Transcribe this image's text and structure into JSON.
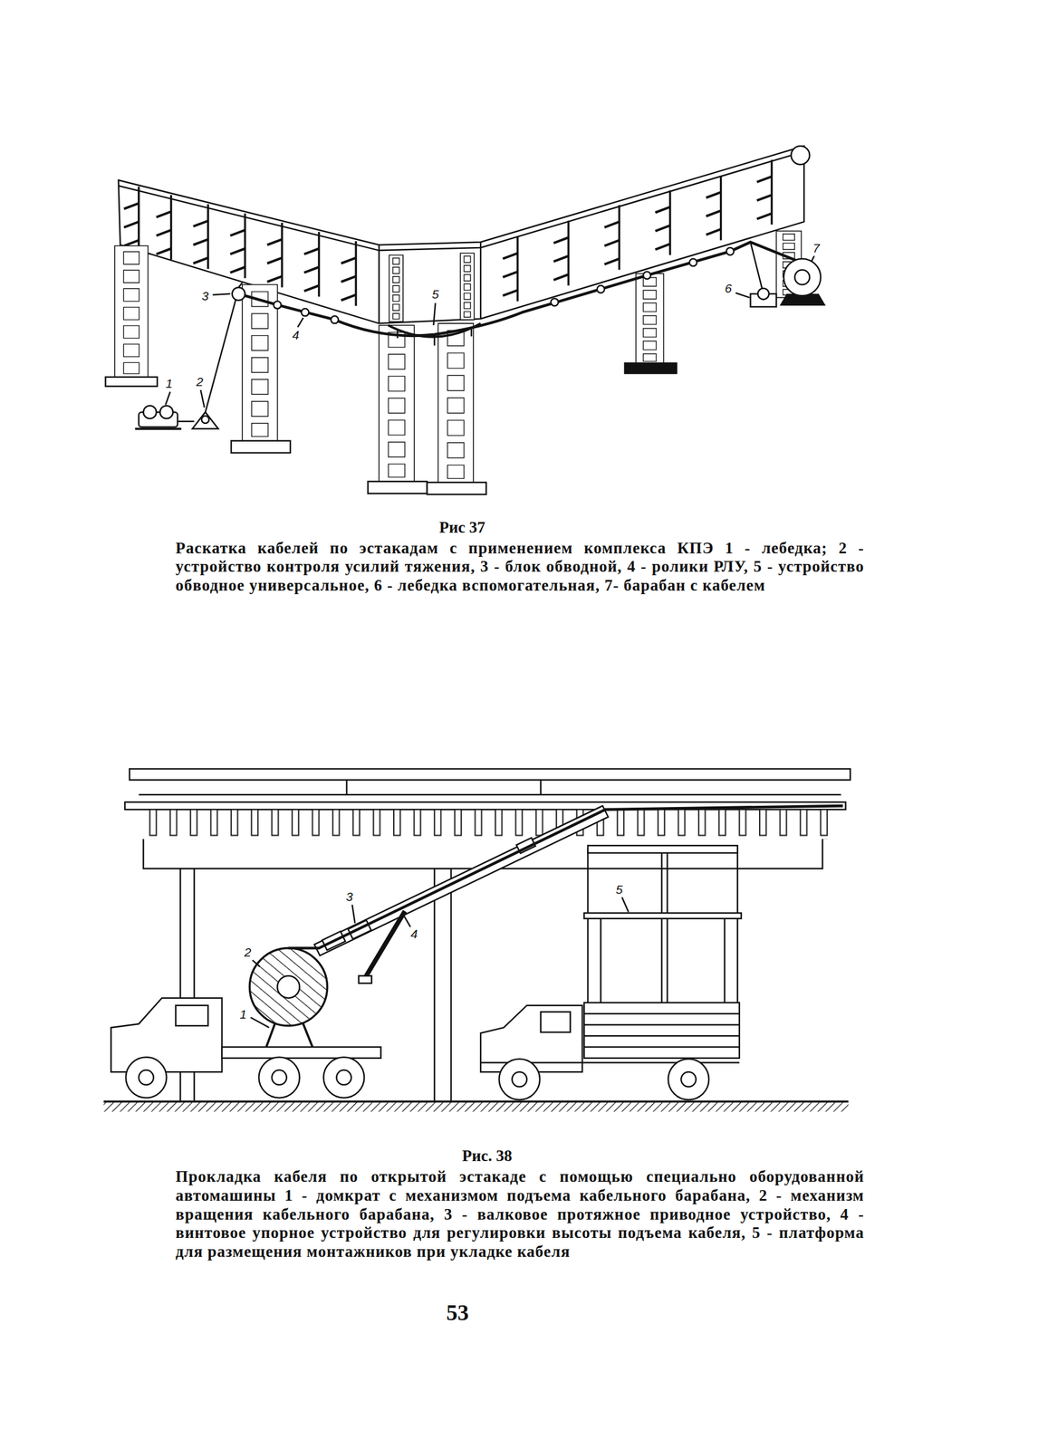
{
  "diagram": {
    "labels": [
      "3",
      "5",
      "7",
      "6",
      "4",
      "1",
      "2",
      "Рис 37",
      "Раскатка кабелей по эстакадам с применением комплекса КПЭ 1 - лебедка; 2 - устройство контроля усилий тяжения, 3 - блок обводной, 4 - ролики РЛУ, 5 - устройство обводное универсальное, 6 - лебедка вспомогательная, 7- барабан с кабелем",
      "3",
      "5",
      "2",
      "4",
      "1",
      "Рис. 38",
      "Прокладка кабеля по открытой эстакаде с помощью специально оборудованной автомашины 1 - домкрат с механизмом подъема кабельного барабана, 2 - механизм вращения кабельного барабана, 3 - валковое протяжное приводное устройство, 4 - винтовое упорное устройство для регулировки высоты подъема кабеля, 5 - платформа для размещения монтажников при укладке кабеля",
      "53"
    ]
  }
}
